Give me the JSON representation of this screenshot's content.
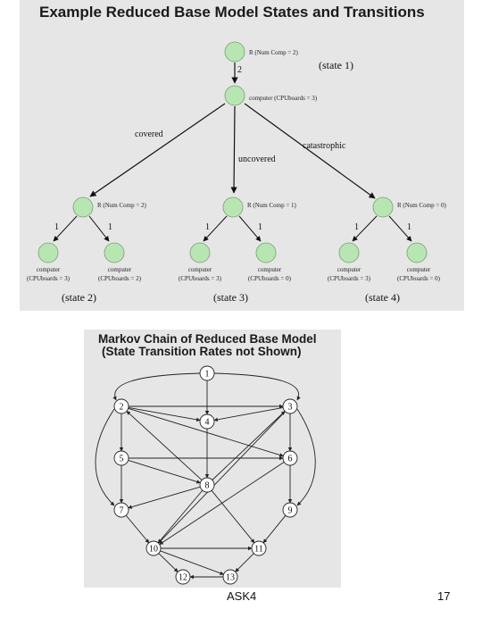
{
  "top": {
    "title": "Example Reduced Base Model States and Transitions",
    "root_label": "R (Num Comp = 2)",
    "root_child_label": "computer (CPUboards = 3)",
    "root_edge_label": "2",
    "state1": "(state 1)",
    "edge_covered": "covered",
    "edge_uncovered": "uncovered",
    "edge_catastrophic": "catastrophic",
    "groups": [
      {
        "r_label": "R (Num Comp = 2)",
        "left_edge": "1",
        "right_edge": "1",
        "leaf_left": [
          "computer",
          "(CPUboards = 3)"
        ],
        "leaf_right": [
          "computer",
          "(CPUboards = 2)"
        ],
        "state": "(state 2)"
      },
      {
        "r_label": "R (Num Comp = 1)",
        "left_edge": "1",
        "right_edge": "1",
        "leaf_left": [
          "computer",
          "(CPUboards = 3)"
        ],
        "leaf_right": [
          "computer",
          "(CPUboards = 0)"
        ],
        "state": "(state 3)"
      },
      {
        "r_label": "R (Num Comp = 0)",
        "left_edge": "1",
        "right_edge": "1",
        "leaf_left": [
          "computer",
          "(CPUboards = 3)"
        ],
        "leaf_right": [
          "computer",
          "(CPUboards = 0)"
        ],
        "state": "(state 4)"
      }
    ]
  },
  "bottom": {
    "title_line1": "Markov Chain of Reduced Base Model",
    "title_line2": "(State Transition Rates not Shown)",
    "nodes": [
      "1",
      "2",
      "3",
      "4",
      "5",
      "6",
      "7",
      "8",
      "9",
      "10",
      "11",
      "12",
      "13"
    ]
  },
  "footer": {
    "author": "ASK4",
    "page": "17"
  }
}
